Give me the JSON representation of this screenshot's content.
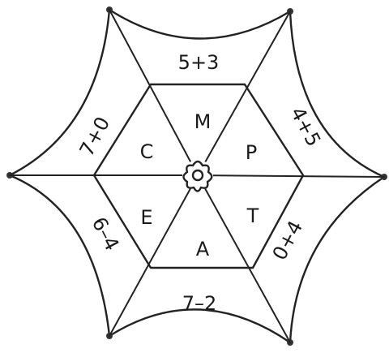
{
  "outer_expressions": {
    "top": "5+3",
    "upper_right": "4+5",
    "lower_right": "0+4",
    "bottom": "7–2",
    "lower_left": "6–4",
    "upper_left": "7+0"
  },
  "inner_letters": {
    "top": "M",
    "upper_right": "P",
    "lower_right": "T",
    "bottom": "A",
    "lower_left": "E",
    "upper_left": "C"
  },
  "center_icon": "flower-icon"
}
